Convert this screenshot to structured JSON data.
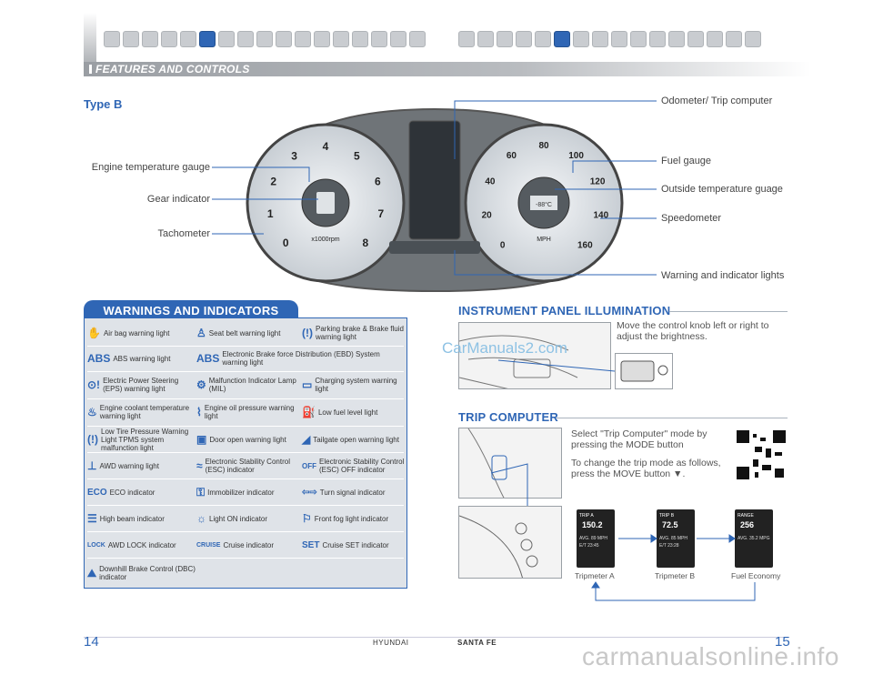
{
  "header": {
    "title": "FEATURES AND CONTROLS"
  },
  "cluster": {
    "type_label": "Type B",
    "tacho_numbers": [
      "0",
      "1",
      "2",
      "3",
      "4",
      "5",
      "6",
      "7",
      "8"
    ],
    "tacho_unit": "x1000rpm",
    "speedo_numbers": [
      "0",
      "20",
      "40",
      "60",
      "80",
      "100",
      "120",
      "140",
      "160"
    ],
    "speedo_unit": "MPH",
    "outside_temp": "-88°C",
    "labels_left": {
      "engine_temp": "Engine temperature gauge",
      "gear": "Gear indicator",
      "tach": "Tachometer"
    },
    "labels_right": {
      "odometer": "Odometer/ Trip computer",
      "fuel": "Fuel gauge",
      "outside": "Outside temperature guage",
      "speed": "Speedometer",
      "warning": "Warning and indicator lights"
    }
  },
  "warnings": {
    "title": "WARNINGS AND INDICATORS",
    "items": [
      {
        "icon": "airbag-icon",
        "glyph": "✋",
        "text": "Air bag warning light"
      },
      {
        "icon": "seatbelt-icon",
        "glyph": "♙",
        "text": "Seat belt warning light"
      },
      {
        "icon": "brake-icon",
        "glyph": "(!)",
        "text": "Parking brake & Brake fluid warning light"
      },
      {
        "icon": "abs-icon",
        "glyph": "ABS",
        "text": "ABS warning light"
      },
      {
        "icon": "ebd-icon",
        "glyph": "ABS",
        "text": "Electronic Brake force Distribution (EBD) System warning light"
      },
      {
        "icon": "eps-icon",
        "glyph": "⊙!",
        "text": "Electric Power Steering (EPS) warning light"
      },
      {
        "icon": "mil-icon",
        "glyph": "⚙",
        "text": "Malfunction Indicator Lamp (MIL)"
      },
      {
        "icon": "battery-icon",
        "glyph": "▭",
        "text": "Charging system warning light"
      },
      {
        "icon": "coolant-icon",
        "glyph": "♨",
        "text": "Engine coolant temperature warning light"
      },
      {
        "icon": "oil-icon",
        "glyph": "⌇",
        "text": "Engine oil pressure warning light"
      },
      {
        "icon": "fuel-icon",
        "glyph": "⛽",
        "text": "Low fuel level light"
      },
      {
        "icon": "tpms-icon",
        "glyph": "(!)",
        "text": "Low Tire Pressure Warning Light TPMS system malfunction light"
      },
      {
        "icon": "door-icon",
        "glyph": "▣",
        "text": "Door open warning light"
      },
      {
        "icon": "tailgate-icon",
        "glyph": "◢",
        "text": "Tailgate open warning light"
      },
      {
        "icon": "awd-icon",
        "glyph": "⊥",
        "text": "AWD warning light"
      },
      {
        "icon": "esc-icon",
        "glyph": "≈",
        "text": "Electronic Stability Control (ESC) indicator"
      },
      {
        "icon": "esc-off-icon",
        "glyph": "OFF",
        "text": "Electronic Stability Control (ESC) OFF indicator"
      },
      {
        "icon": "eco-icon",
        "glyph": "ECO",
        "text": "ECO indicator"
      },
      {
        "icon": "immobilizer-icon",
        "glyph": "⚿",
        "text": "Immobilizer indicator"
      },
      {
        "icon": "turn-signal-icon",
        "glyph": "⇦⇨",
        "text": "Turn signal indicator"
      },
      {
        "icon": "high-beam-icon",
        "glyph": "☰",
        "text": "High beam indicator"
      },
      {
        "icon": "light-on-icon",
        "glyph": "☼",
        "text": "Light ON indicator"
      },
      {
        "icon": "front-fog-icon",
        "glyph": "⚐",
        "text": "Front fog light indicator"
      },
      {
        "icon": "awd-lock-icon",
        "glyph": "LOCK",
        "text": "AWD LOCK indicator"
      },
      {
        "icon": "cruise-icon",
        "glyph": "CRUISE",
        "text": "Cruise indicator"
      },
      {
        "icon": "cruise-set-icon",
        "glyph": "SET",
        "text": "Cruise SET indicator"
      },
      {
        "icon": "dbc-icon",
        "glyph": "⛰",
        "text": "Downhill Brake Control (DBC) indicator"
      }
    ]
  },
  "illumination": {
    "title": "INSTRUMENT PANEL ILLUMINATION",
    "text": "Move the control knob left or right to adjust the brightness."
  },
  "trip": {
    "title": "TRIP COMPUTER",
    "text1": "Select \"Trip Computer\" mode by pressing the MODE button",
    "text2": "To change the trip mode as follows, press the MOVE button ▼.",
    "screens": [
      {
        "label": "TRIP A",
        "value": "150.2",
        "avg": "AVG. 89 MPH",
        "et": "E/T 23:45",
        "caption": "Tripmeter A"
      },
      {
        "label": "TRIP B",
        "value": "72.5",
        "avg": "AVG. 85 MPH",
        "et": "E/T 23:28",
        "caption": "Tripmeter B"
      },
      {
        "label": "RANGE",
        "value": "256",
        "avg": "AVG. 35.2 MPG",
        "et": "",
        "caption": "Fuel Economy"
      }
    ]
  },
  "footer": {
    "page_left": "14",
    "page_right": "15",
    "brand": "HYUNDAI",
    "model": "SANTA FE"
  },
  "watermarks": {
    "site1": "CarManuals2.com",
    "site2": "carmanualsonline.info"
  }
}
